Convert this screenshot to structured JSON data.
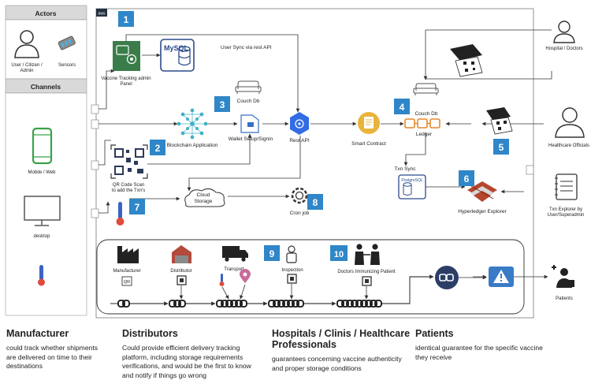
{
  "actors_title": "Actors",
  "channels_title": "Channels",
  "actor_user_label": [
    "User / Citizen /",
    "Admin"
  ],
  "actor_sensors_label": "Sensors",
  "channel_mobile_label": "Mobile / Web",
  "channel_desktop_label": "desktop",
  "aws_badge": "aws",
  "steps": [
    "1",
    "2",
    "3",
    "4",
    "5",
    "6",
    "7",
    "8",
    "9",
    "10"
  ],
  "mysql_label": "MySQL",
  "vaccine_panel_label": [
    "Vaccine Tracking admin",
    "Panel"
  ],
  "user_sync_label": "User Sync via rest API",
  "couchdb_label_1": "Couch Db",
  "blockchain_app_label": "Blockchain Application",
  "wallet_label": "Wallet Setup/Signin",
  "rest_api_label": "Rest API",
  "smart_contract_label": "Smart Contract",
  "couchdb_label_2": "Couch Db",
  "ledger_label": "Ledger",
  "qr_scan_label": [
    "QR Code Scan",
    "to add the Txn's"
  ],
  "txn_sync_label": "Txn Sync",
  "postgres_label": "PostgreSQL",
  "hyperledger_label": "Hyperledger Explorer",
  "cloud_storage_label": [
    "Cloud",
    "Storage"
  ],
  "cron_label": "Cron job",
  "hospital_label": "Hospital / Doctors",
  "healthcare_officials_label": "Healthcare Officials",
  "txn_explorer_label": [
    "Txn Explorer by",
    "User/Superadmin"
  ],
  "flow_manufacturer": "Manufacturer",
  "flow_distributor": "Distributor",
  "flow_transport": "Transport",
  "flow_inspection": "Inspection",
  "flow_doctors": "Doctors Immunizing Patient",
  "flow_qr": "QR",
  "patients_label": "Patients",
  "footer": [
    {
      "title": [
        "Manufacturer"
      ],
      "body": [
        "could track whether shipments",
        "are delivered on time to their",
        "destinations"
      ]
    },
    {
      "title": [
        "Distributors"
      ],
      "body": [
        "Could provide efficient delivery tracking",
        "platform, including storage requirements",
        "verifications, and would be the first to know",
        "and notify if things go wrong"
      ]
    },
    {
      "title": [
        "Hospitals / Clinis / Healthcare",
        "Professionals"
      ],
      "body": [
        "guarantees concerning vaccine authenticity",
        "and proper storage conditions"
      ]
    },
    {
      "title": [
        "Patients"
      ],
      "body": [
        "identical guarantee for the specific vaccine",
        "they receive"
      ]
    }
  ],
  "colors": {
    "step_blue": "#2f86c8",
    "phone_green": "#3aa14a",
    "mysql_blue": "#2c4a8c",
    "ledger_orange": "#e8892b",
    "contract_gold": "#e9b43a",
    "blockchain_teal": "#3fb0c8",
    "grey_panel": "#d9d9d9"
  }
}
